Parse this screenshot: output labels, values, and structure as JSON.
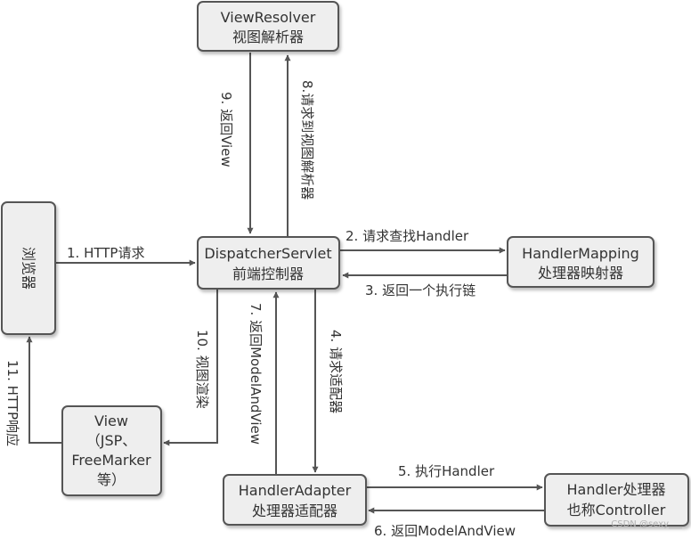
{
  "nodes": {
    "view_resolver": {
      "line1": "ViewResolver",
      "line2": "视图解析器"
    },
    "browser": {
      "label": "浏览器"
    },
    "dispatcher": {
      "line1": "DispatcherServlet",
      "line2": "前端控制器"
    },
    "handler_mapping": {
      "line1": "HandlerMapping",
      "line2": "处理器映射器"
    },
    "view": {
      "line1": "View",
      "line2": "（JSP、",
      "line3": "FreeMarker",
      "line4": "等）"
    },
    "handler_adapter": {
      "line1": "HandlerAdapter",
      "line2": "处理器适配器"
    },
    "handler": {
      "line1": "Handler处理器",
      "line2": "也称Controller"
    }
  },
  "edges": {
    "e1": "1. HTTP请求",
    "e2": "2. 请求查找Handler",
    "e3": "3. 返回一个执行链",
    "e4": "4. 请求适配器",
    "e5": "5. 执行Handler",
    "e6": "6. 返回ModelAndView",
    "e7": "7. 返回ModelAndView",
    "e8": "8.请求到视图解析器",
    "e9": "9. 返回View",
    "e10": "10. 视图渲染",
    "e11": "11. HTTP响应"
  },
  "watermark": "CSDN @sexy___"
}
